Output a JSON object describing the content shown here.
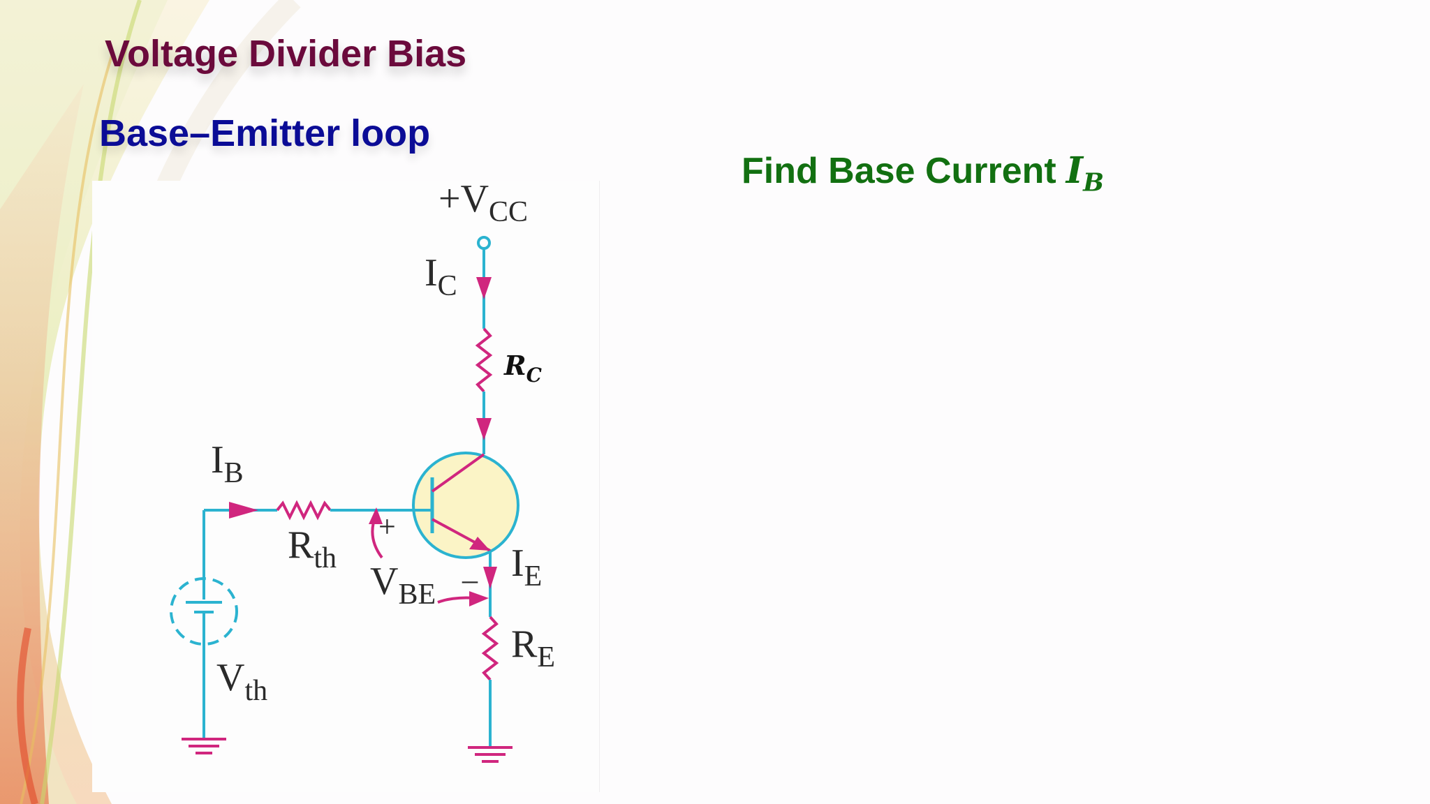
{
  "slide": {
    "title": "Voltage Divider Bias",
    "subtitle": "Base–Emitter loop",
    "heading": "Find Base Current",
    "heading_math": "I",
    "heading_math_sub": "B"
  },
  "circuit": {
    "vcc_label": "+V",
    "vcc_sub": "CC",
    "ic_label": "I",
    "ic_sub": "C",
    "rc_label": "R",
    "rc_sub": "C",
    "ib_label": "I",
    "ib_sub": "B",
    "rth_label": "R",
    "rth_sub": "th",
    "plus_sign": "+",
    "minus_sign": "–",
    "vbe_label": "V",
    "vbe_sub": "BE",
    "ie_label": "I",
    "ie_sub": "E",
    "re_label": "R",
    "re_sub": "E",
    "vth_label": "V",
    "vth_sub": "th"
  },
  "colors": {
    "title": "#6b0a3c",
    "subtitle": "#0b0c96",
    "heading": "#127011",
    "wire": "#2bb3d0",
    "component": "#d0267e",
    "transistor_fill": "#fbf4c6"
  }
}
